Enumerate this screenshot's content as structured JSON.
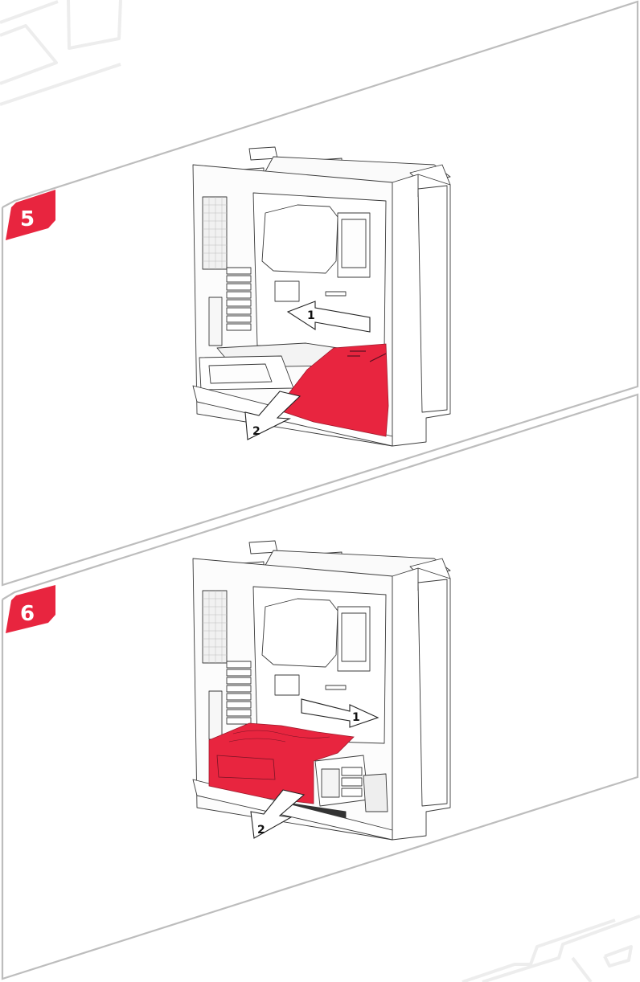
{
  "document": {
    "type": "assembly-instruction-page",
    "colors": {
      "accent_red": "#E8253F",
      "panel_border": "#BDBDBD",
      "watermark": "#EDEDED",
      "line_art": "#3A3A3A",
      "background": "#FFFFFF"
    }
  },
  "steps": [
    {
      "number": "5",
      "badge_label": "5",
      "description": "PC case side view: slide lower shroud/PSU cover in direction 1, then pull out in direction 2",
      "highlighted_part": "bottom-right PSU shroud cover",
      "arrows": [
        {
          "label": "1",
          "direction": "left"
        },
        {
          "label": "2",
          "direction": "down-left"
        }
      ]
    },
    {
      "number": "6",
      "badge_label": "6",
      "description": "PC case side view: slide PSU shroud panel in direction 1, then pull out in direction 2",
      "highlighted_part": "bottom-left PSU shroud panel",
      "arrows": [
        {
          "label": "1",
          "direction": "right"
        },
        {
          "label": "2",
          "direction": "down-left"
        }
      ]
    }
  ]
}
